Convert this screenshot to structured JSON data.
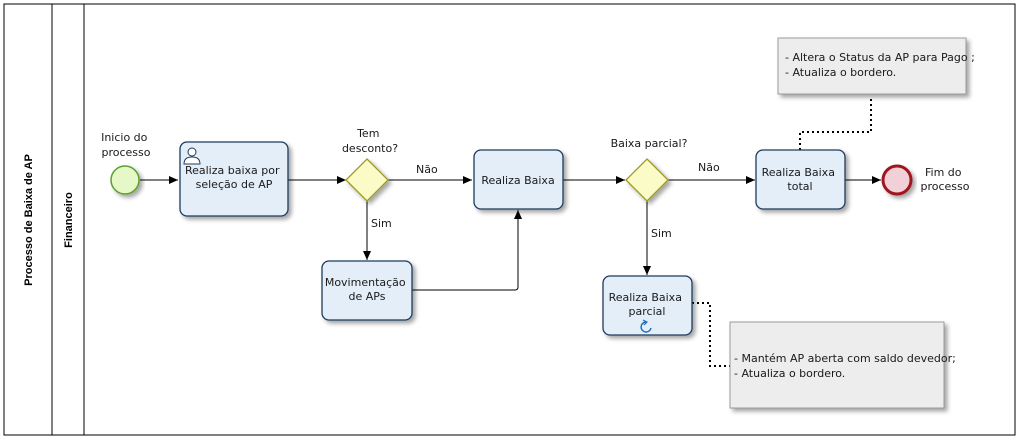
{
  "pool": {
    "title": "Processo de Baixa de AP"
  },
  "lane": {
    "title": "Financeiro"
  },
  "events": {
    "start": "Inicio do processo",
    "end": "Fim do processo"
  },
  "tasks": {
    "realiza_baixa_selecao": "Realiza baixa por seleção de AP",
    "movimentacao": "Movimentação de APs",
    "realiza_baixa": "Realiza Baixa",
    "realiza_baixa_total": "Realiza Baixa total",
    "realiza_baixa_parcial": "Realiza Baixa parcial"
  },
  "gateways": {
    "tem_desconto": "Tem desconto?",
    "baixa_parcial": "Baixa parcial?"
  },
  "flows": {
    "nao_1": "Não",
    "sim_1": "Sim",
    "nao_2": "Não",
    "sim_2": "Sim"
  },
  "annotations": {
    "pago": [
      "- Altera o Status da AP para Pago ;",
      "- Atualiza o bordero."
    ],
    "parcial": [
      "- Mantém AP aberta com saldo devedor;",
      "- Atualiza o bordero."
    ]
  },
  "colors": {
    "task_fill": "#e4eef8",
    "task_stroke": "#1f3a5f",
    "gateway_fill": "#fbfbc8",
    "gateway_stroke": "#a09a20",
    "start_fill": "#e6f7c8",
    "start_stroke": "#5aa02c",
    "end_fill": "#f2d0d8",
    "end_stroke": "#a0141e",
    "annotation_fill": "#ededed"
  }
}
